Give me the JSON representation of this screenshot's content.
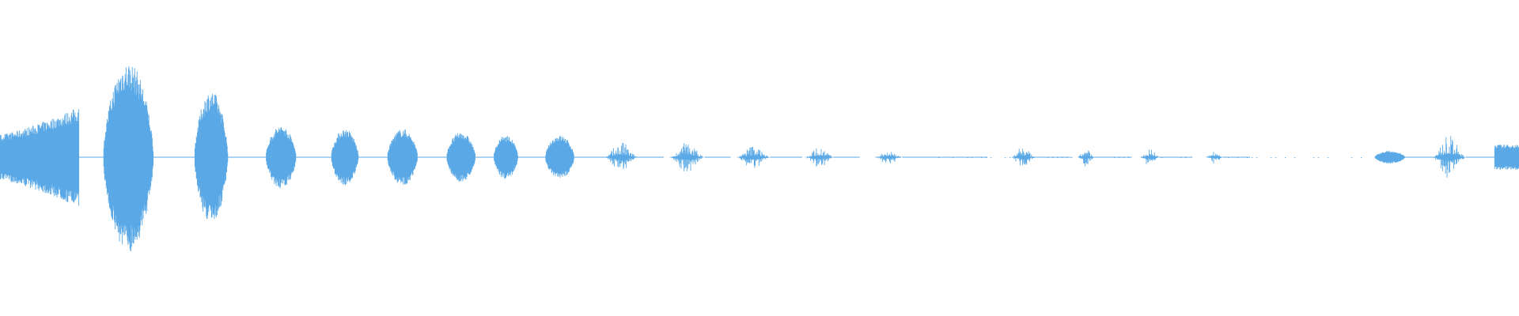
{
  "waveform": {
    "color": "#5aa9e6",
    "segments": [
      {
        "start": 0.0,
        "end": 0.052,
        "amp": 0.16,
        "shape": "rise"
      },
      {
        "start": 0.068,
        "end": 0.101,
        "amp": 0.3,
        "shape": "bell"
      },
      {
        "start": 0.128,
        "end": 0.15,
        "amp": 0.21,
        "shape": "bell"
      },
      {
        "start": 0.175,
        "end": 0.195,
        "amp": 0.1,
        "shape": "bell"
      },
      {
        "start": 0.218,
        "end": 0.236,
        "amp": 0.09,
        "shape": "bell"
      },
      {
        "start": 0.255,
        "end": 0.275,
        "amp": 0.09,
        "shape": "bell"
      },
      {
        "start": 0.294,
        "end": 0.313,
        "amp": 0.08,
        "shape": "bell"
      },
      {
        "start": 0.325,
        "end": 0.341,
        "amp": 0.07,
        "shape": "bell"
      },
      {
        "start": 0.359,
        "end": 0.378,
        "amp": 0.07,
        "shape": "bell"
      },
      {
        "start": 0.397,
        "end": 0.421,
        "amp": 0.05,
        "shape": "spiky"
      },
      {
        "start": 0.44,
        "end": 0.465,
        "amp": 0.05,
        "shape": "spiky"
      },
      {
        "start": 0.484,
        "end": 0.508,
        "amp": 0.04,
        "shape": "spiky"
      },
      {
        "start": 0.529,
        "end": 0.55,
        "amp": 0.035,
        "shape": "spiky"
      },
      {
        "start": 0.575,
        "end": 0.595,
        "amp": 0.025,
        "shape": "spiky"
      },
      {
        "start": 0.665,
        "end": 0.682,
        "amp": 0.035,
        "shape": "spiky"
      },
      {
        "start": 0.709,
        "end": 0.721,
        "amp": 0.03,
        "shape": "spiky"
      },
      {
        "start": 0.75,
        "end": 0.764,
        "amp": 0.03,
        "shape": "spiky"
      },
      {
        "start": 0.793,
        "end": 0.806,
        "amp": 0.02,
        "shape": "spiky"
      },
      {
        "start": 0.905,
        "end": 0.925,
        "amp": 0.02,
        "shape": "bell"
      },
      {
        "start": 0.942,
        "end": 0.966,
        "amp": 0.07,
        "shape": "spiky"
      },
      {
        "start": 0.984,
        "end": 1.0,
        "amp": 0.05,
        "shape": "flat"
      }
    ],
    "baseline": [
      [
        0.05,
        0.07
      ],
      [
        0.1,
        0.13
      ],
      [
        0.148,
        0.178
      ],
      [
        0.194,
        0.22
      ],
      [
        0.235,
        0.258
      ],
      [
        0.274,
        0.296
      ],
      [
        0.312,
        0.327
      ],
      [
        0.34,
        0.361
      ],
      [
        0.377,
        0.437
      ],
      [
        0.464,
        0.481
      ],
      [
        0.507,
        0.528
      ],
      [
        0.549,
        0.566
      ],
      [
        0.594,
        0.65
      ],
      [
        0.68,
        0.705
      ],
      [
        0.72,
        0.745
      ],
      [
        0.763,
        0.785
      ],
      [
        0.805,
        0.823
      ],
      [
        0.924,
        0.945
      ],
      [
        0.965,
        0.985
      ]
    ]
  }
}
